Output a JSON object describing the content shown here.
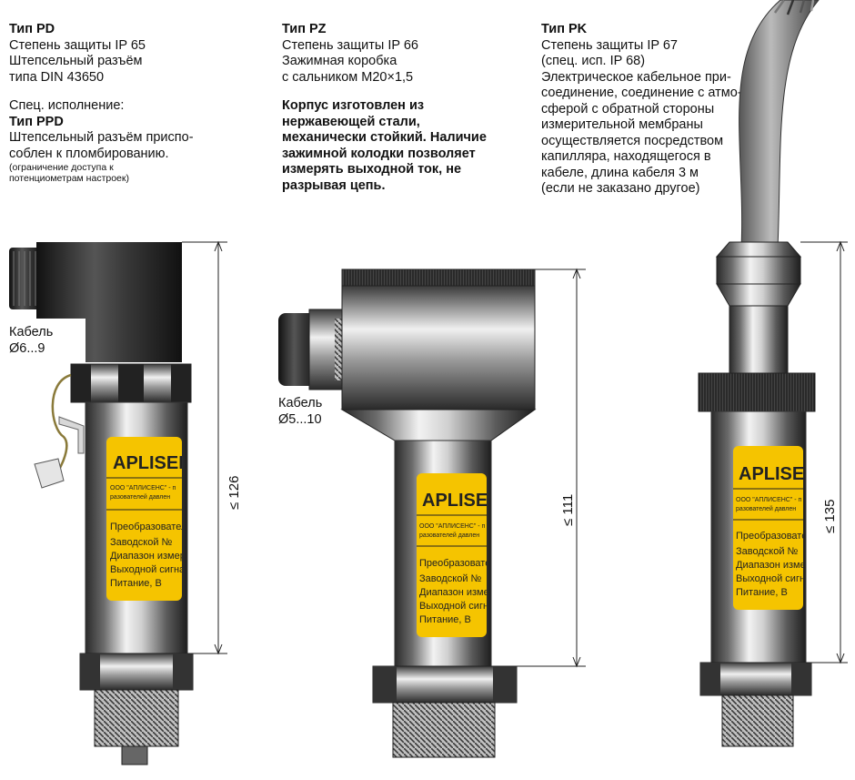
{
  "pd": {
    "title": "Тип PD",
    "lines": [
      "Степень защиты IP 65",
      "Штепсельный разъём",
      "типа DIN 43650"
    ],
    "special_label": "Спец. исполнение:",
    "special_title": "Тип PPD",
    "special_lines": [
      "Штепсельный разъём приспо-",
      "соблен к пломбированию."
    ],
    "note_lines": [
      "(ограничение доступа к",
      "потенциометрам настроек)"
    ],
    "cable_label": "Кабель",
    "cable_size": "Ø6...9",
    "dimension": "≤ 126"
  },
  "pz": {
    "title": "Тип PZ",
    "lines": [
      "Степень защиты IP 66",
      "Зажимная коробка",
      "с сальником M20×1,5"
    ],
    "bold_lines": [
      "Корпус изготовлен из",
      "нержавеющей стали,",
      "механически стойкий. Наличие",
      "зажимной колодки позволяет",
      "измерять выходной ток, не",
      "разрывая цепь."
    ],
    "cable_label": "Кабель",
    "cable_size": "Ø5...10",
    "dimension": "≤ 111"
  },
  "pk": {
    "title": "Тип PK",
    "lines": [
      "Степень защиты IP 67",
      "(спец. исп. IP 68)",
      "Электрическое кабельное при-",
      "соединение, соединение с атмо-",
      "сферой с обратной стороны",
      "измерительной мембраны",
      "осуществляется посредством",
      "капилляра, находящегося в",
      "кабеле, длина кабеля 3 м",
      "(если не заказано другое)"
    ],
    "dimension": "≤ 135"
  },
  "label_plate": {
    "brand": "APLISENS",
    "company": "ООО \"АПЛИСЕНС\" - п",
    "company2": "разователей давлен",
    "rows": [
      "Преобразовател",
      "Заводской №",
      "Диапазон измер",
      "Выходной сигна",
      "Питание, В"
    ]
  },
  "colors": {
    "label_yellow": "#f5c400",
    "steel_dark": "#3a3a3a",
    "steel_light": "#e8e8e8"
  }
}
